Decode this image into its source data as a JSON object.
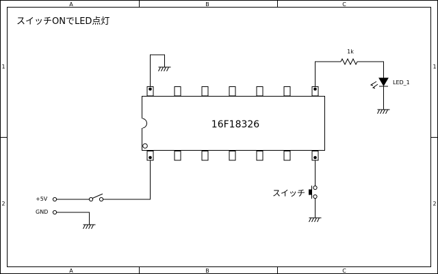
{
  "title": "スイッチONでLED点灯",
  "frame": {
    "col_labels": [
      "A",
      "B",
      "C"
    ],
    "row_labels": [
      "1",
      "2"
    ]
  },
  "ic": {
    "part": "16F18326"
  },
  "resistor": {
    "value": "1k"
  },
  "led": {
    "label": "LED_1"
  },
  "ports": {
    "vcc": "+5V",
    "gnd": "GND"
  },
  "switch_label": "スイッチ",
  "colors": {
    "line": "#000000",
    "background": "#ffffff"
  }
}
